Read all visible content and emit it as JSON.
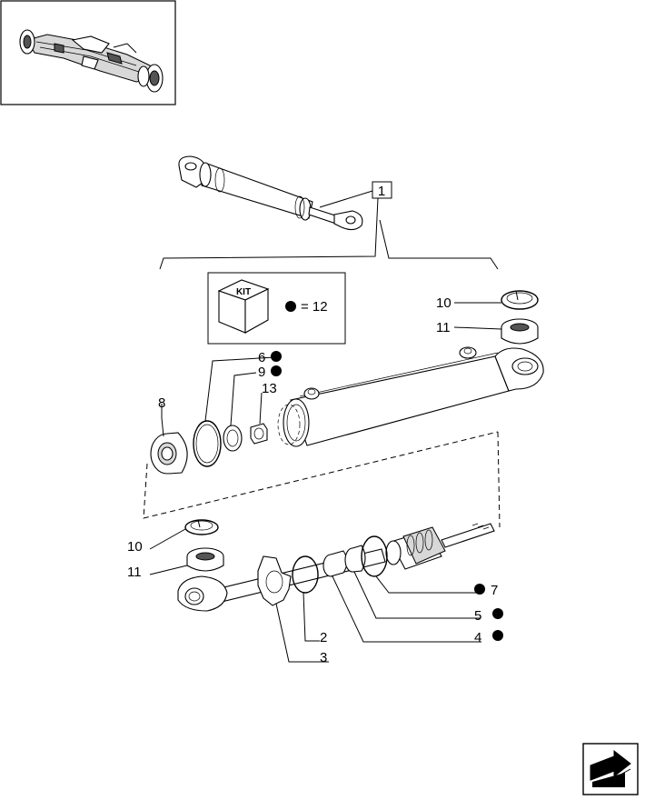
{
  "callouts": [
    {
      "number": "1"
    },
    {
      "number": "2"
    },
    {
      "number": "3"
    },
    {
      "number": "4",
      "kit": true
    },
    {
      "number": "5",
      "kit": true
    },
    {
      "number": "6",
      "kit": true
    },
    {
      "number": "7",
      "kit": true
    },
    {
      "number": "8"
    },
    {
      "number": "9",
      "kit": true
    },
    {
      "number": "10"
    },
    {
      "number": "10"
    },
    {
      "number": "11"
    },
    {
      "number": "11"
    },
    {
      "number": "13"
    }
  ],
  "kit_box": {
    "label": "KIT",
    "legend": "= 12"
  },
  "icons": {
    "thumbnail": "axle-assembly-thumbnail",
    "kit_marker": "filled-circle",
    "nav": "next-page-arrow-icon"
  }
}
